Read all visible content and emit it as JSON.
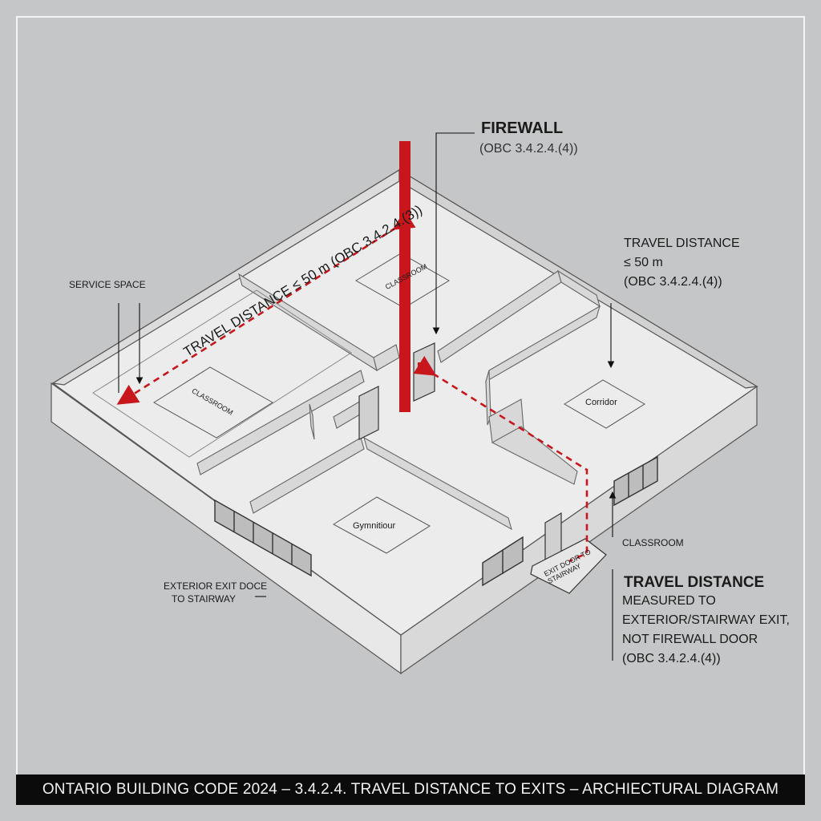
{
  "title_bar": "ONTARIO BUILDING CODE 2024 – 3.4.2.4. TRAVEL DISTANCE TO EXITS – ARCHIECTURAL DIAGRAM",
  "firewall": {
    "title": "FIREWALL",
    "ref": "(OBC 3.4.2.4.(4))"
  },
  "travel_right": {
    "line1": "TRAVEL DISTANCE",
    "line2": "≤ 50 m",
    "line3": "(OBC 3.4.2.4.(4))"
  },
  "travel_left_label": "TRAVEL DISTANCE ≤ 50 m (OBC 3.4.2.4.(3))",
  "service_space": "SERVICE SPACE",
  "classroom_label": "CLASSROOM",
  "exterior_exit": {
    "line1": "EXTERIOR EXIT DOCE",
    "line2": "TO STAIRWAY"
  },
  "travel_note": {
    "title": "TRAVEL DISTANCE",
    "line1": "MEASURED TO",
    "line2": "EXTERIOR/STAIRWAY EXIT,",
    "line3": "NOT FIREWALL DOOR",
    "line4": "(OBC 3.4.2.4.(4))"
  },
  "rooms": {
    "classroom_left": "CLASSROOM",
    "classroom_top": "CLASSROOM",
    "corridor": "Corridor",
    "gymnasium": "Gymnitiour"
  },
  "exit_stair_label": "EXIT DOOR TO STAIRWAY",
  "colors": {
    "firewall": "#c8161d",
    "background": "#c4c6c7",
    "footer": "#0b0b0b"
  }
}
